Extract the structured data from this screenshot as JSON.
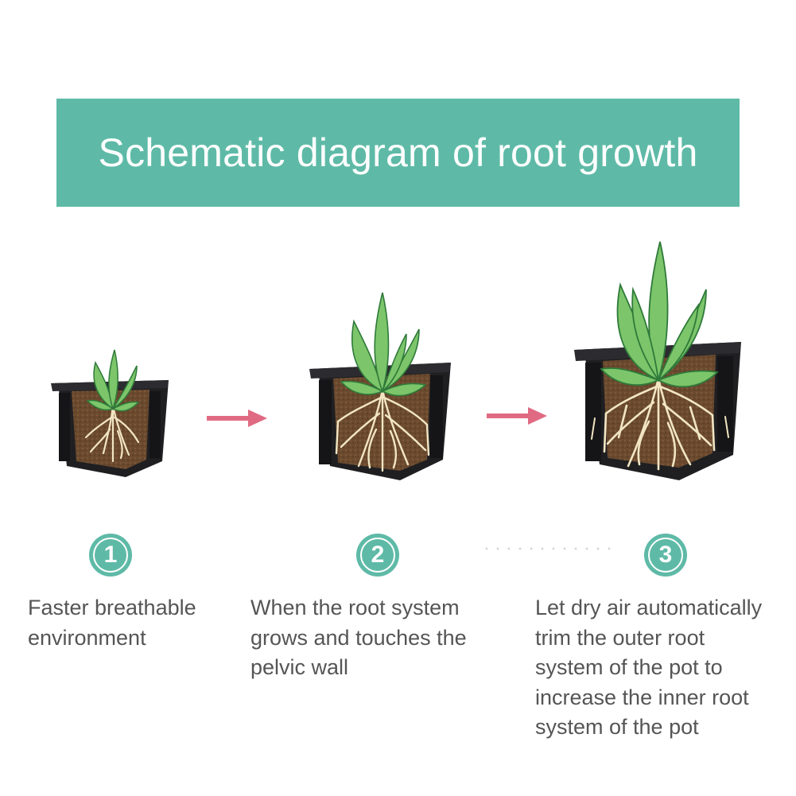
{
  "title": "Schematic diagram of root growth",
  "colors": {
    "accent": "#5ebaa7",
    "arrow": "#e06a82",
    "pot": "#1f1f22",
    "soil": "#6b4a2e",
    "leaf": "#7cc56a",
    "leaf_outline": "#2f7a3a",
    "root": "#f2e6c2",
    "text": "#555555"
  },
  "steps": [
    {
      "number": "1",
      "lines": [
        "Faster breathable",
        "environment"
      ]
    },
    {
      "number": "2",
      "lines": [
        "When the root system",
        "grows and touches the",
        "pelvic wall"
      ]
    },
    {
      "number": "3",
      "lines": [
        "Let dry air automatically",
        "trim the outer root",
        "system of the pot to",
        "increase the inner root",
        "system of the pot"
      ]
    }
  ]
}
